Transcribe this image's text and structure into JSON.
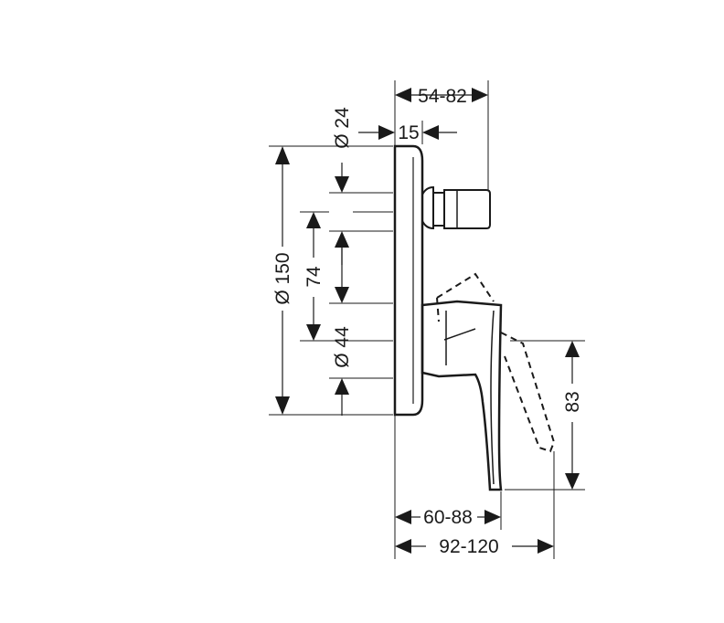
{
  "dimensions": {
    "projection_range": "54-82",
    "plate_offset": "15",
    "spout_diameter": "Ø 24",
    "plate_diameter": "Ø 150",
    "center_distance": "74",
    "handle_diameter": "Ø 44",
    "handle_height": "83",
    "handle_projection": "60-88",
    "handle_swing_projection": "92-120"
  },
  "colors": {
    "line": "#1a1a1a",
    "background": "#ffffff"
  }
}
